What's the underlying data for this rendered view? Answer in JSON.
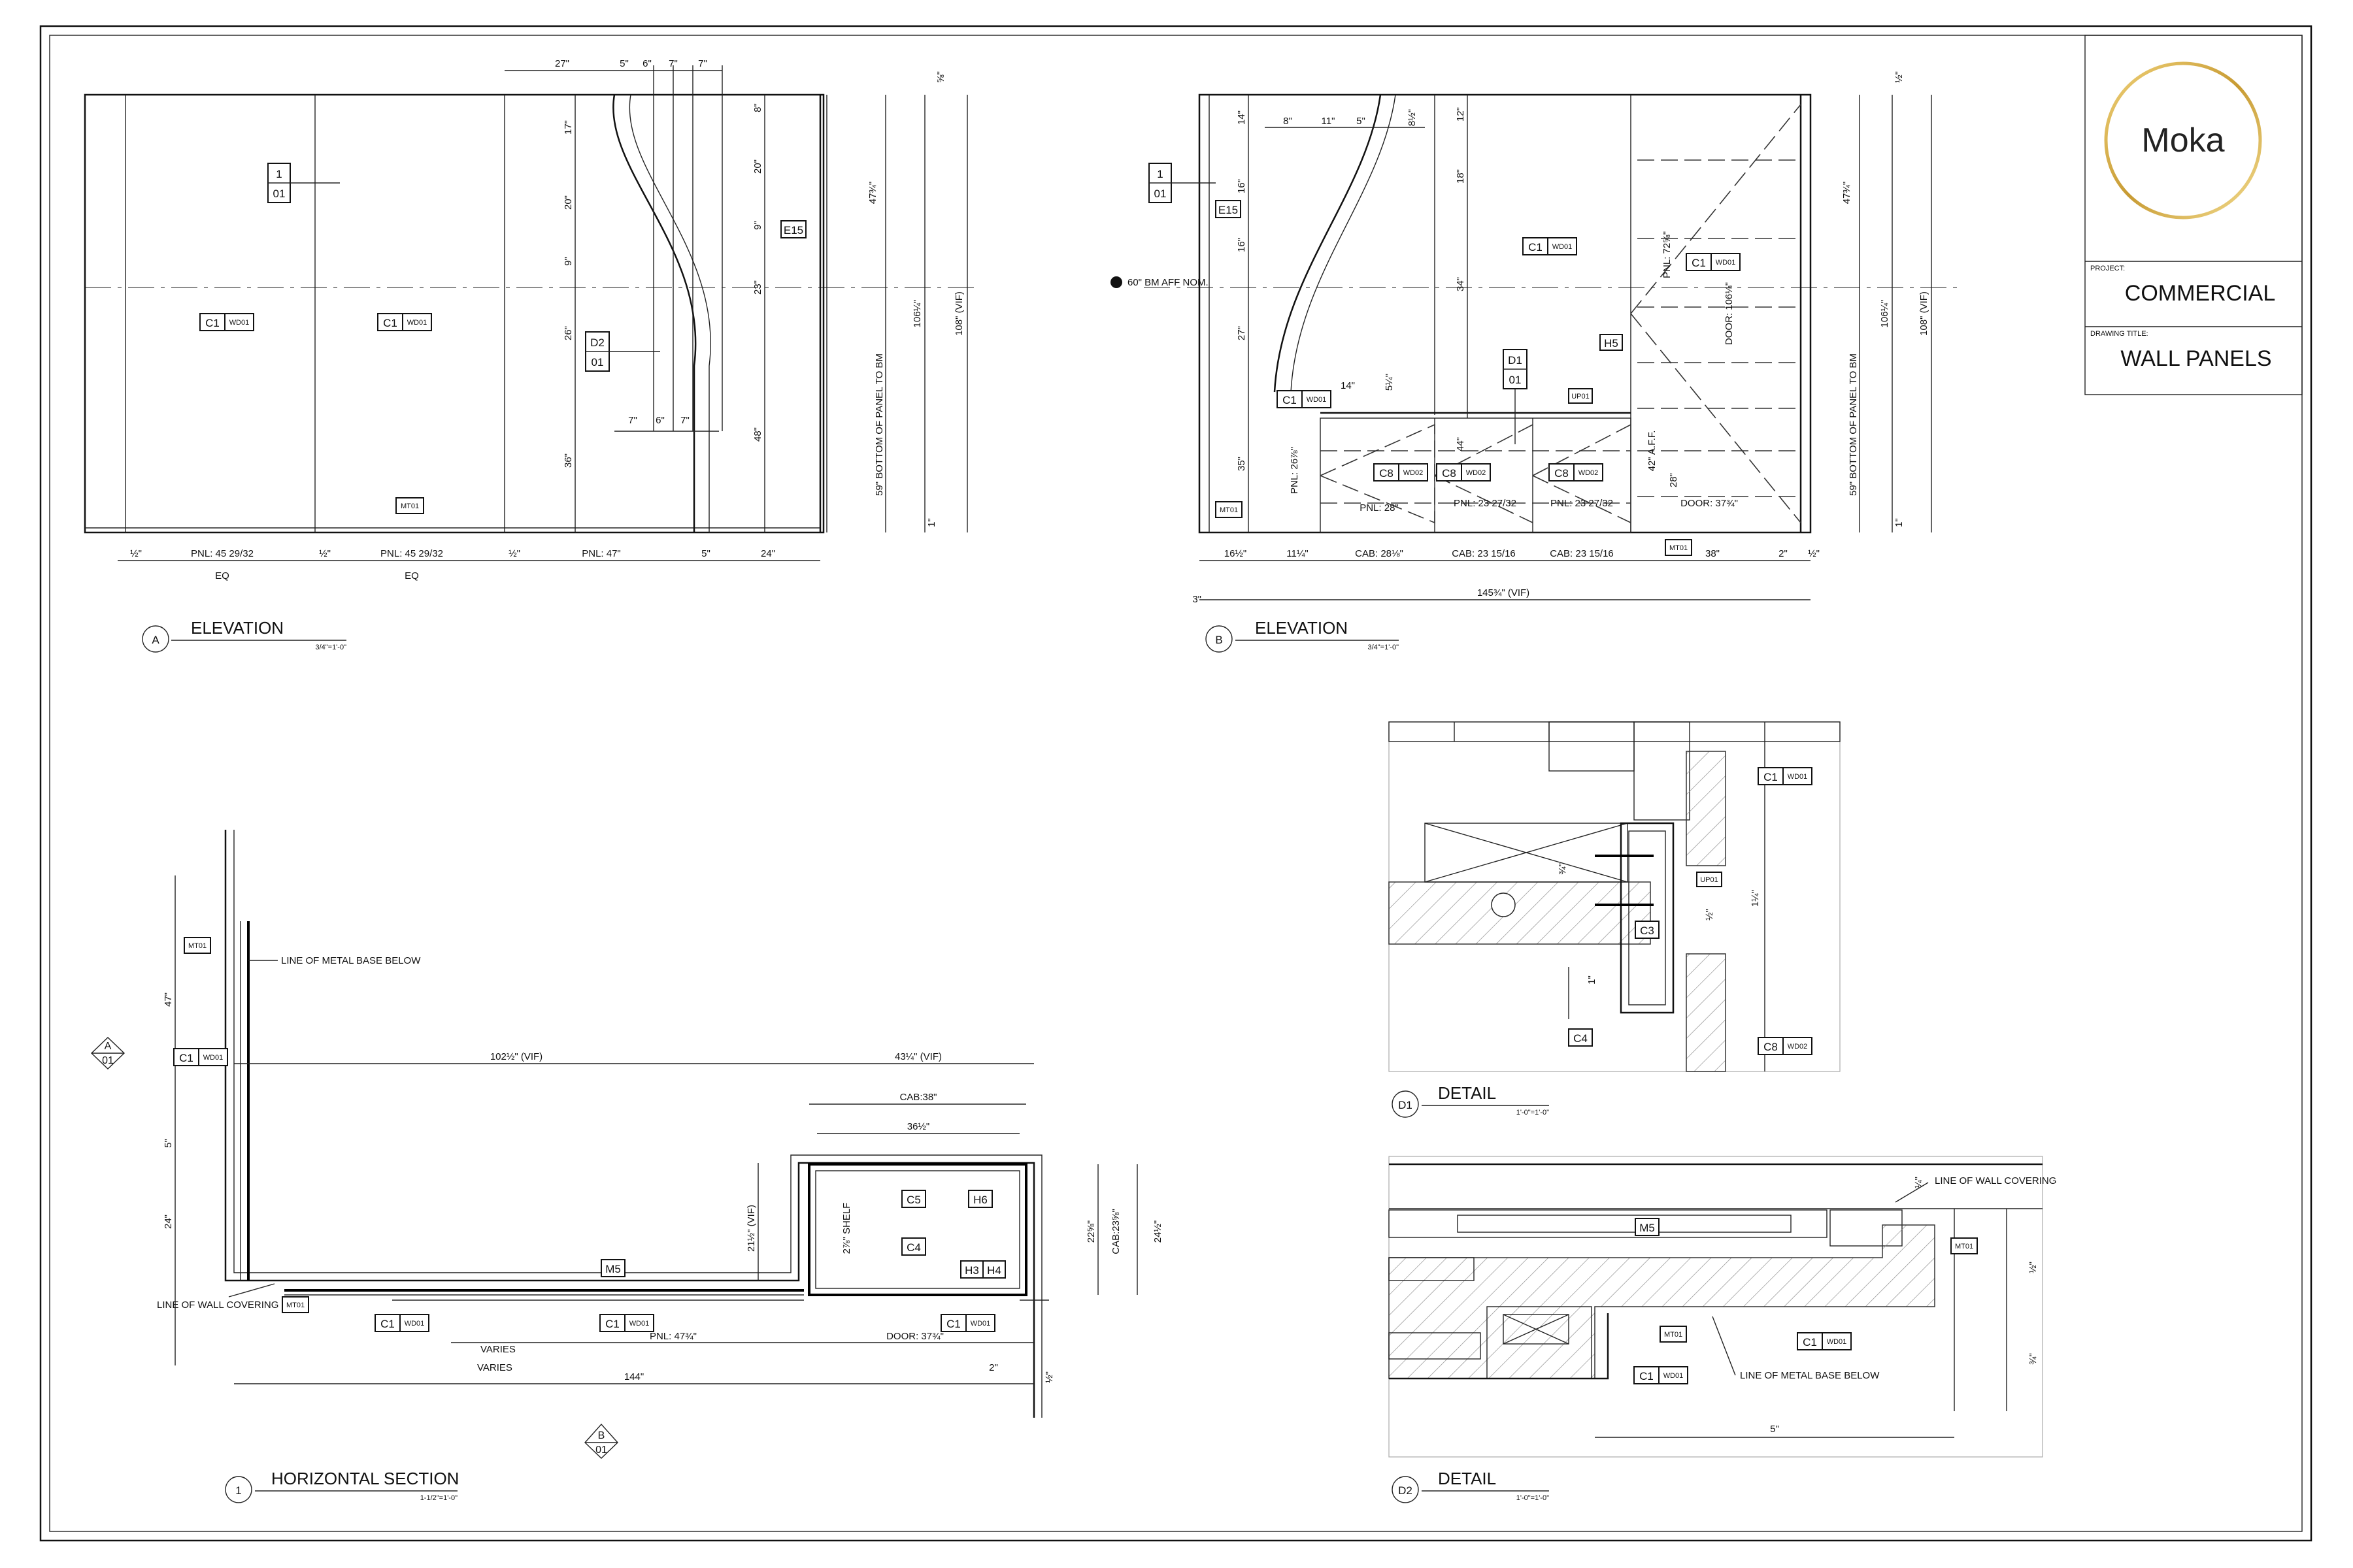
{
  "title_block": {
    "logo": "Moka",
    "project_label": "PROJECT:",
    "project": "COMMERCIAL",
    "drawing_title_label": "DRAWING TITLE:",
    "drawing_title": "WALL PANELS"
  },
  "views": {
    "elev_a": {
      "id": "A",
      "title": "ELEVATION",
      "scale": "3/4\"=1'-0\""
    },
    "elev_b": {
      "id": "B",
      "title": "ELEVATION",
      "scale": "3/4\"=1'-0\""
    },
    "section_1": {
      "id": "1",
      "title": "HORIZONTAL SECTION",
      "scale": "1-1/2\"=1'-0\""
    },
    "detail_d1": {
      "id": "D1",
      "title": "DETAIL",
      "scale": "1'-0\"=1'-0\""
    },
    "detail_d2": {
      "id": "D2",
      "title": "DETAIL",
      "scale": "1'-0\"=1'-0\""
    }
  },
  "elev_a": {
    "top_dims": [
      "27\"",
      "5\"",
      "6\"",
      "7\"",
      "7\""
    ],
    "mid_dims": [
      "7\"",
      "6\"",
      "7\""
    ],
    "vert_left": [
      "17\"",
      "20\"",
      "9\"",
      "26\"",
      "36\""
    ],
    "vert_right": [
      "8\"",
      "20\"",
      "9\"",
      "23\"",
      "48\""
    ],
    "tag_e15": "E15",
    "tag_d2": [
      "D2",
      "01"
    ],
    "tag_1": [
      "1",
      "01"
    ],
    "mat_c1": "C1",
    "mat_wd01": "WD01",
    "mat_mt01": "MT01",
    "dim_474": "47¾\"",
    "dim_1064": "106¼\"",
    "dim_108": "108\" (VIF)",
    "dim_59": "59\" BOTTOM OF PANEL TO BM",
    "dim_1": "1\"",
    "bottom_dims": [
      "½\"",
      "PNL: 45 29/32",
      "½\"",
      "PNL: 45 29/32",
      "½\"",
      "PNL: 47\"",
      "5\"",
      "24\""
    ],
    "eq": "EQ",
    "dim_34": "⅝\""
  },
  "elev_b": {
    "top_dims": [
      "8\"",
      "11\"",
      "5\"",
      "8½\"",
      "14\"",
      "16\"",
      "16\"",
      "27\"",
      "35\"",
      "12\"",
      "18\"",
      "34\"",
      "44\""
    ],
    "note_bm": "60\" BM AFF NOM.",
    "tags": {
      "e15": "E15",
      "d1": [
        "D1",
        "01"
      ],
      "h5": "H5",
      "up01": "UP01",
      "mt01": "MT01",
      "c8": "C8",
      "wd02": "WD02"
    },
    "labels": {
      "pnl_726": "PNL: 72⅝\"",
      "door_106": "DOOR: 106⅛\"",
      "aff_42": "42\" A.F.F.",
      "dim_28": "28\"",
      "pnl_28": "PNL: 28\"",
      "pnl_2678": "PNL: 26⅞\"",
      "pnl_23a": "PNL: 23 27/32",
      "pnl_23b": "PNL: 23 27/32",
      "door_37": "DOOR: 37¾\"",
      "dim_14": "14\"",
      "dim_5a": "5¼\"",
      "dim_112": "½\""
    },
    "bottom_dims": [
      "16½\"",
      "11¼\"",
      "CAB: 28⅛\"",
      "CAB: 23 15/16",
      "CAB: 23 15/16",
      "38\"",
      "2\"",
      "½\""
    ],
    "overall": "145¾\" (VIF)",
    "dim_3": "3\""
  },
  "section_1": {
    "notes": {
      "metal_base": "LINE OF METAL BASE BELOW",
      "wall_cov": "LINE OF WALL COVERING",
      "varies": "VARIES",
      "varies2": "VARIES"
    },
    "dims": {
      "d102": "102½\" (VIF)",
      "d434": "43¼\" (VIF)",
      "cab38": "CAB:38\"",
      "d3612": "36½\"",
      "d47": "47\"",
      "d5": "5\"",
      "d24": "24\"",
      "d212": "21½\" (VIF)",
      "shelf": "2⅞\" SHELF",
      "cab23": "CAB:23⅝\"",
      "d2258": "22⅝\"",
      "d2412": "24½\"",
      "pnl474": "PNL: 47¾\"",
      "door374": "DOOR: 37¾\"",
      "d144": "144\"",
      "d2": "2\"",
      "d12": "½\""
    },
    "tags": {
      "mt01": "MT01",
      "c1": "C1",
      "wd01": "WD01",
      "m5": "M5",
      "c5": "C5",
      "c4": "C4",
      "h6": "H6",
      "h3": "H3",
      "h4": "H4"
    },
    "callout_a": [
      "A",
      "01"
    ],
    "callout_b": [
      "B",
      "01"
    ]
  },
  "detail_d1": {
    "tags": {
      "c1": "C1",
      "wd01": "WD01",
      "up01": "UP01",
      "c3": "C3",
      "c4": "C4",
      "c8": "C8",
      "wd02": "WD02"
    },
    "dims": [
      "1\"",
      "½\"",
      "1¼\"",
      "¾\""
    ]
  },
  "detail_d2": {
    "notes": {
      "wall_cov": "LINE OF WALL COVERING",
      "metal_base": "LINE OF METAL BASE BELOW"
    },
    "tags": {
      "m5": "M5",
      "mt01": "MT01",
      "c1": "C1",
      "wd01": "WD01"
    },
    "dims": [
      "5\"",
      "¼\"",
      "½\"",
      "¾\""
    ]
  }
}
